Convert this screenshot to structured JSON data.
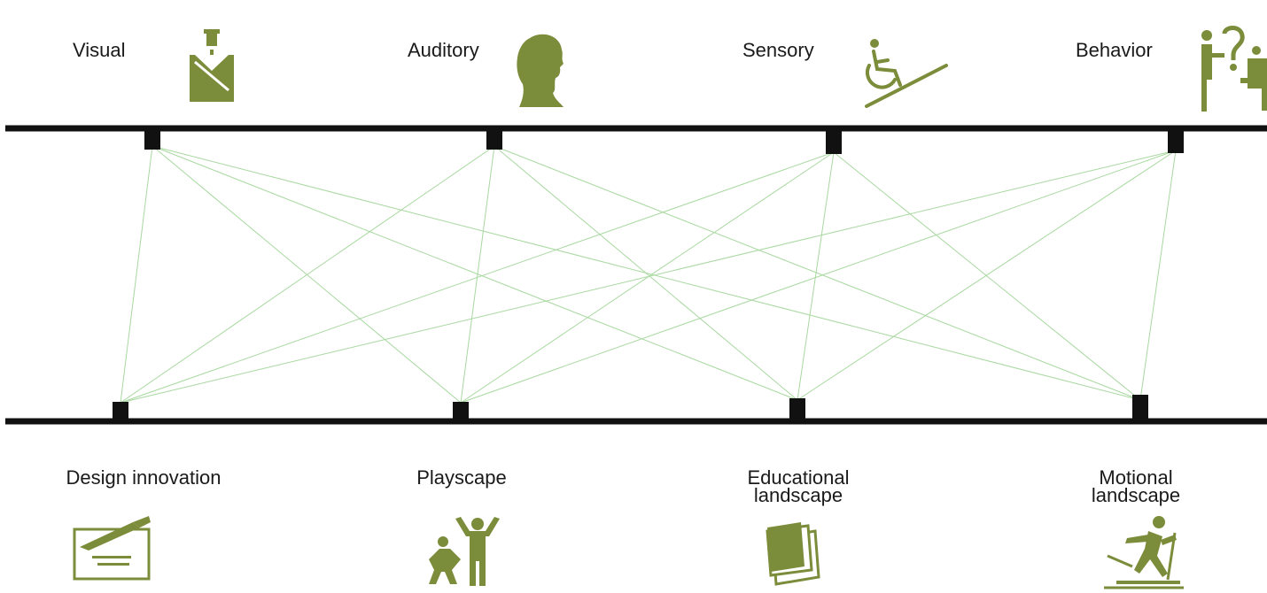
{
  "colors": {
    "icon": "#7b8c3a",
    "line": "#111111",
    "link": "#a8d8a0"
  },
  "top_nodes": [
    {
      "label": "Visual",
      "icon": "guard-figure-icon"
    },
    {
      "label": "Auditory",
      "icon": "head-profile-icon"
    },
    {
      "label": "Sensory",
      "icon": "wheelchair-ramp-icon"
    },
    {
      "label": "Behavior",
      "icon": "question-help-icon"
    }
  ],
  "bottom_nodes": [
    {
      "label_lines": [
        "Design innovation"
      ],
      "icon": "pen-document-icon"
    },
    {
      "label_lines": [
        "Playscape"
      ],
      "icon": "kids-playing-icon"
    },
    {
      "label_lines": [
        "Educational",
        "landscape"
      ],
      "icon": "books-icon"
    },
    {
      "label_lines": [
        "Motional",
        "landscape"
      ],
      "icon": "skier-icon"
    }
  ]
}
